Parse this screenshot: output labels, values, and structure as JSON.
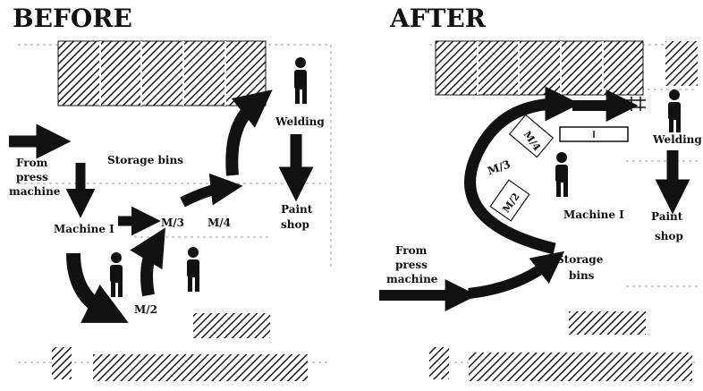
{
  "before": {
    "title": "BEFORE",
    "labels": {
      "from_1": "From",
      "from_2": "press",
      "from_3": "machine",
      "storage": "Storage bins",
      "welding": "Welding",
      "machine1": "Machine I",
      "m3": "M/3",
      "m4": "M/4",
      "m2": "M/2",
      "paint_1": "Paint",
      "paint_2": "shop"
    }
  },
  "after": {
    "title": "AFTER",
    "labels": {
      "m4": "M/4",
      "welding": "Welding",
      "m3": "M/3",
      "m2": "M/2",
      "machine1": "Machine I",
      "paint_1": "Paint",
      "paint_2": "shop",
      "from_1": "From",
      "from_2": "press",
      "from_3": "machine",
      "storage_1": "Storage",
      "storage_2": "bins"
    }
  },
  "colors": {
    "ink": "#111111",
    "hatch": "#1a1a1a",
    "paper": "#ffffff"
  }
}
